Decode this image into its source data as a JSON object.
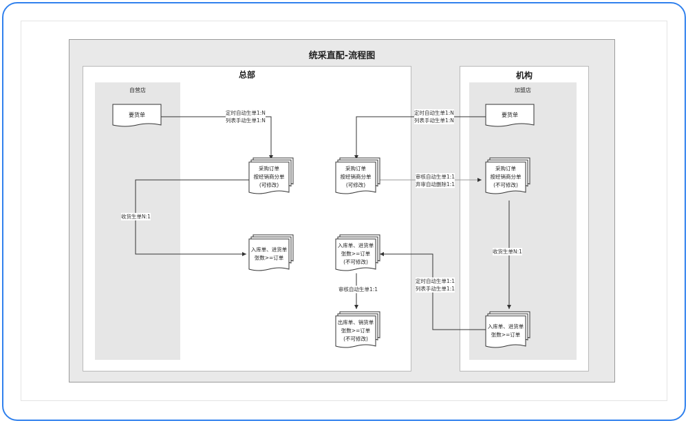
{
  "diagram": {
    "title": "统采直配-流程图",
    "hq": {
      "title": "总部",
      "lane_title": "自营店",
      "request_doc": "要货单",
      "purchase_left": [
        "采购订单",
        "按经销商分单",
        "(可修改)"
      ],
      "receipt_left": [
        "入库单、进货单",
        "张数>=订单"
      ],
      "purchase_mid": [
        "采购订单",
        "按经销商分单",
        "(可修改)"
      ],
      "receipt_mid": [
        "入库单、进货单",
        "张数>=订单",
        "(不可修改)"
      ],
      "outbound_mid": [
        "出库单、销货单",
        "张数>=订单",
        "(不可修改)"
      ]
    },
    "org": {
      "title": "机构",
      "lane_title": "加盟店",
      "request_doc": "要货单",
      "purchase": [
        "采购订单",
        "按经销商分单",
        "(不可修改)"
      ],
      "receipt": [
        "入库单、进货单",
        "张数>=订单"
      ]
    },
    "edges": {
      "left_request": [
        "定时自动生单1:N",
        "列表手动生单1:N"
      ],
      "right_request": [
        "定时自动生单1:N",
        "列表手动生单1:N"
      ],
      "purchase_sync": [
        "审核自动生单1:1",
        "弃审自动删除1:1"
      ],
      "receipt_left": "收货生单N:1",
      "receipt_org": "收货生单N:1",
      "outbound": "审核自动生单1:1",
      "receipt_back": [
        "定时自动生单1:1",
        "列表手动生单1:1"
      ]
    }
  }
}
